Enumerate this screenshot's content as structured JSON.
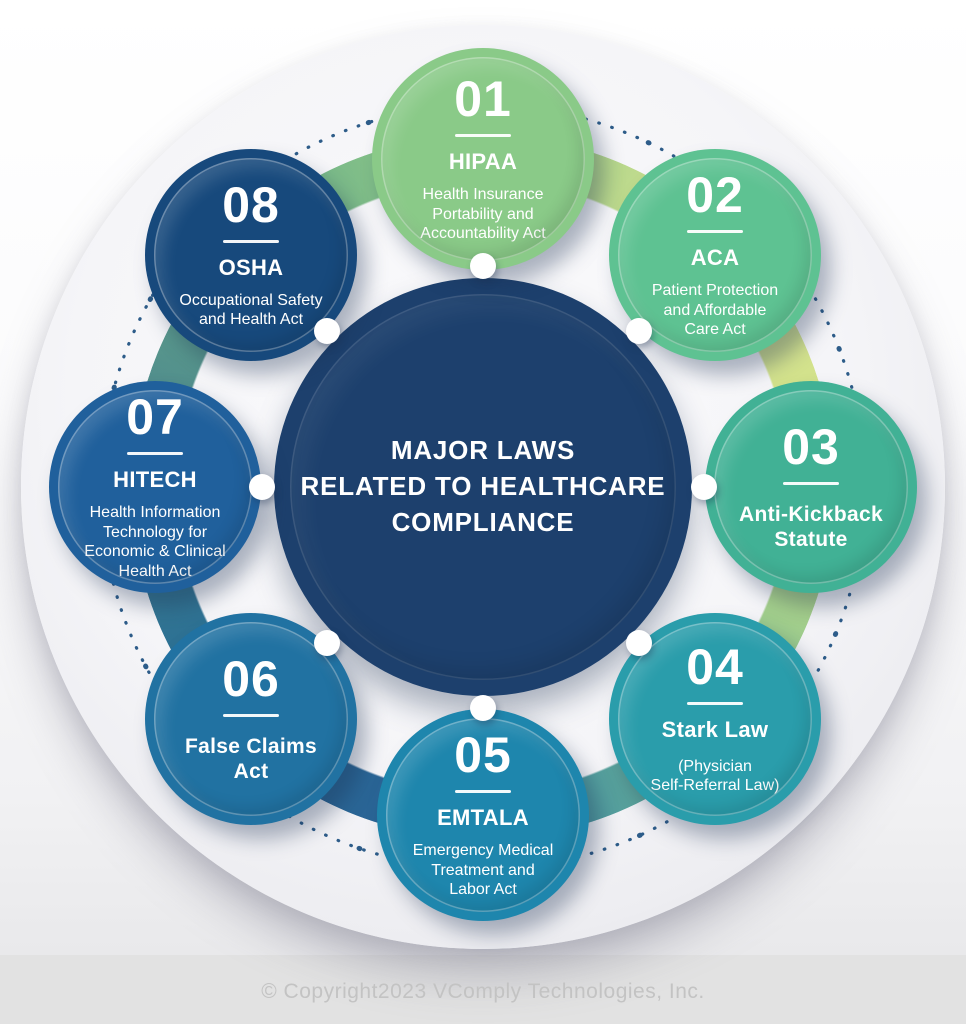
{
  "center": {
    "title": "MAJOR LAWS\nRELATED TO HEALTHCARE\nCOMPLIANCE",
    "color": "#1d406d"
  },
  "items": [
    {
      "number": "01",
      "name": "HIPAA",
      "description": "Health Insurance\nPortability and\nAccountability Act",
      "color": "#8aca88"
    },
    {
      "number": "02",
      "name": "ACA",
      "description": "Patient Protection\nand Affordable\nCare Act",
      "color": "#5ec292"
    },
    {
      "number": "03",
      "name": "Anti-Kickback\nStatute",
      "description": "",
      "color": "#41b195"
    },
    {
      "number": "04",
      "name": "Stark Law",
      "description": "(Physician\nSelf-Referral Law)",
      "color": "#2a9dab"
    },
    {
      "number": "05",
      "name": "EMTALA",
      "description": "Emergency Medical\nTreatment and\nLabor Act",
      "color": "#1e86ad"
    },
    {
      "number": "06",
      "name": "False Claims\nAct",
      "description": "",
      "color": "#2172a2"
    },
    {
      "number": "07",
      "name": "HITECH",
      "description": "Health Information\nTechnology for\nEconomic & Clinical\nHealth Act",
      "color": "#20609c"
    },
    {
      "number": "08",
      "name": "OSHA",
      "description": "Occupational Safety\nand Health Act",
      "color": "#17497c"
    }
  ],
  "ring_segments": [
    {
      "angle": 0,
      "color": "#95cc86"
    },
    {
      "angle": 30,
      "color": "#c4dc8e"
    },
    {
      "angle": 60,
      "color": "#d5e392"
    },
    {
      "angle": 90,
      "color": "#cfe081"
    },
    {
      "angle": 115,
      "color": "#9fcd8d"
    },
    {
      "angle": 140,
      "color": "#6db495"
    },
    {
      "angle": 165,
      "color": "#4b96a0"
    },
    {
      "angle": 195,
      "color": "#2a6496"
    },
    {
      "angle": 240,
      "color": "#2b6f94"
    },
    {
      "angle": 285,
      "color": "#4f8c8d"
    },
    {
      "angle": 325,
      "color": "#72b48a"
    },
    {
      "angle": 360,
      "color": "#95cc86"
    }
  ],
  "dotted_ring_color": "#1d5080",
  "connector_dot_color": "#ffffff",
  "footer": {
    "copyright": "© Copyright2023 VComply Technologies, Inc."
  }
}
